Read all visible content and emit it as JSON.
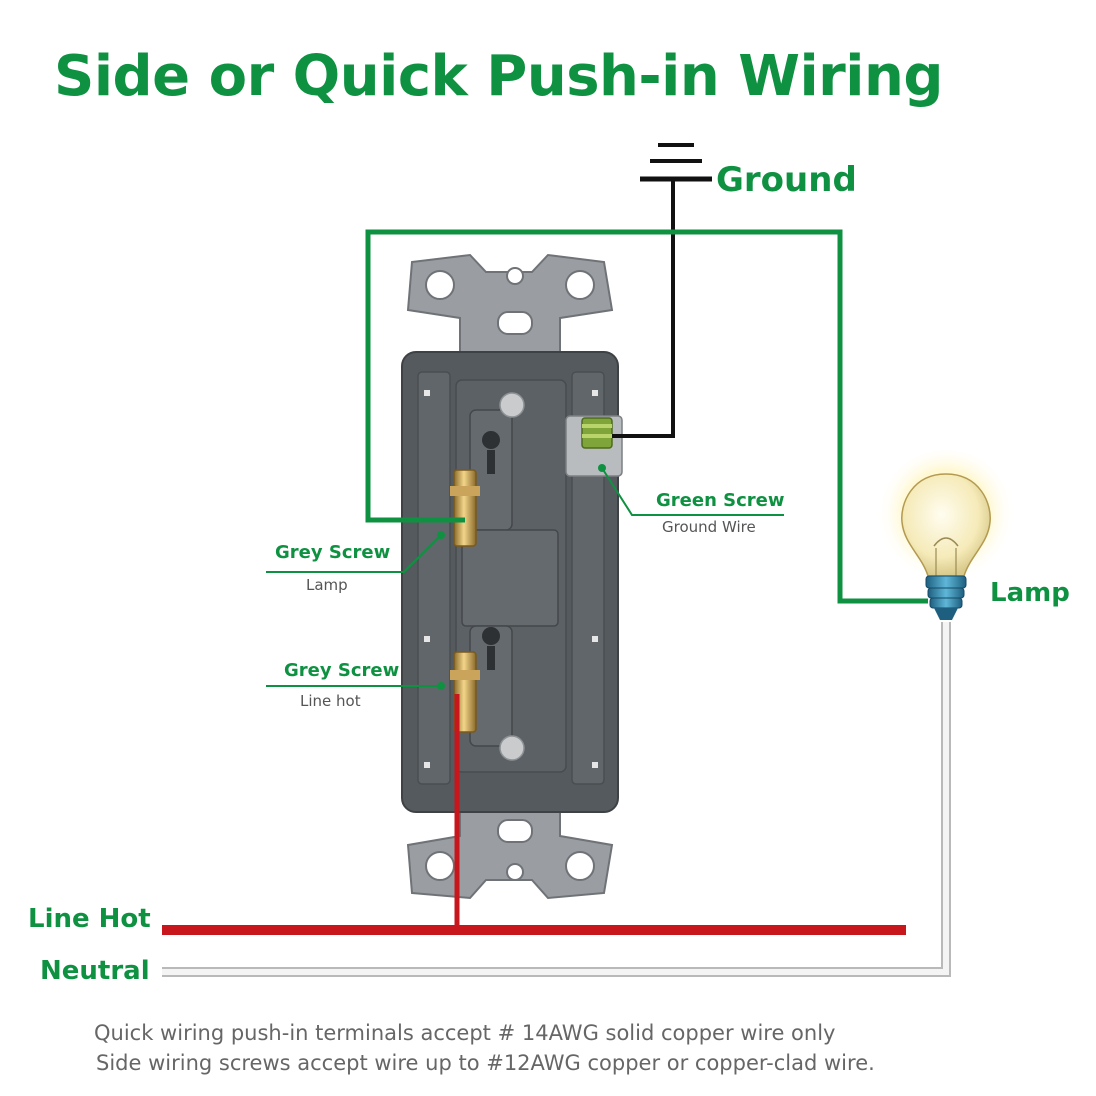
{
  "title": "Side or Quick Push-in Wiring",
  "labels": {
    "ground": "Ground",
    "lamp": "Lamp",
    "line_hot": "Line Hot",
    "neutral": "Neutral"
  },
  "callouts": {
    "green_screw": {
      "title": "Green Screw",
      "subtitle": "Ground Wire"
    },
    "grey_screw_lamp": {
      "title": "Grey Screw",
      "subtitle": "Lamp"
    },
    "grey_screw_line": {
      "title": "Grey Screw",
      "subtitle": "Line hot"
    }
  },
  "notes": [
    "Quick wiring push-in terminals accept # 14AWG solid copper wire only",
    "Side wiring screws accept wire up to #12AWG copper or copper-clad wire."
  ],
  "colors": {
    "accent_green": "#0f9142",
    "line_hot_red": "#c8161d",
    "ground_black": "#111111",
    "neutral_white": "#f4f4f4",
    "switch_body": "#555a5e"
  },
  "icons": [
    "ground-symbol-icon",
    "light-bulb-icon"
  ]
}
